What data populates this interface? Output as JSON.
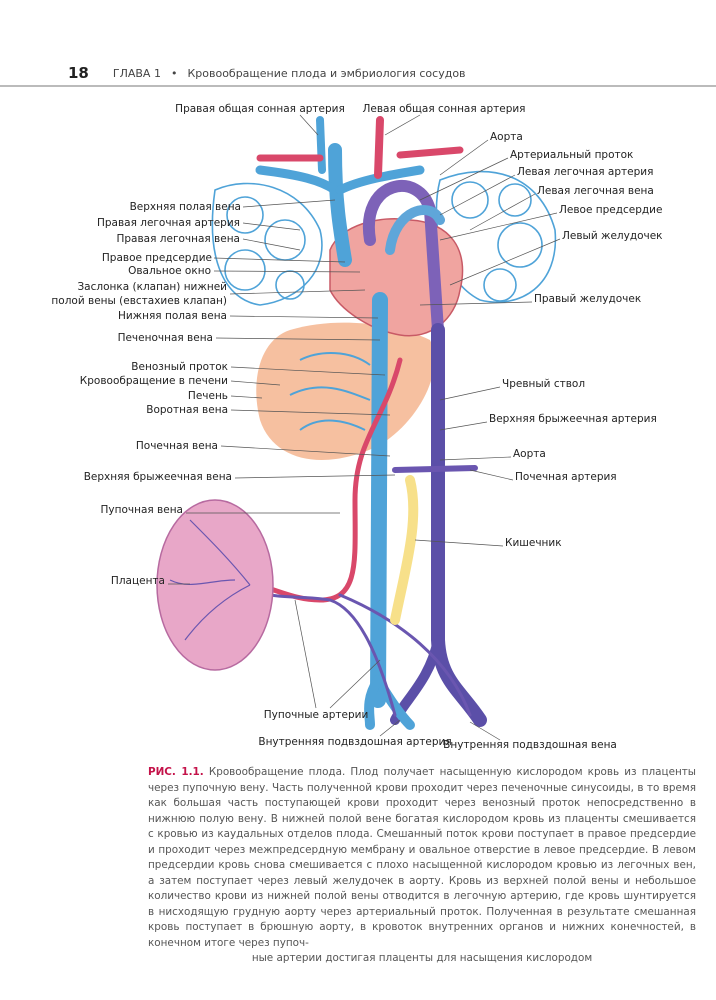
{
  "header": {
    "page_number": "18",
    "chapter": "ГЛАВА 1",
    "bullet": "•",
    "title": "Кровообращение плода и эмбриология сосудов"
  },
  "labels": {
    "r_carotid": "Правая общая сонная артерия",
    "l_carotid": "Левая общая сонная артерия",
    "aorta_top": "Аорта",
    "ductus_art": "Артериальный проток",
    "l_pulm_art": "Левая легочная артерия",
    "l_pulm_vein": "Левая легочная вена",
    "l_atrium": "Левое предсердие",
    "l_ventricle": "Левый желудочек",
    "svc": "Верхняя полая вена",
    "r_pulm_art": "Правая легочная артерия",
    "r_pulm_vein": "Правая легочная вена",
    "r_atrium": "Правое предсердие",
    "foramen_ovale": "Овальное окно",
    "valve1": "Заслонка (клапан) нижней",
    "valve2": "полой вены (евстахиев клапан)",
    "ivc": "Нижняя полая вена",
    "r_ventricle": "Правый желудочек",
    "hepatic_vein": "Печеночная вена",
    "ductus_venosus": "Венозный проток",
    "liver_circ": "Кровообращение в печени",
    "liver": "Печень",
    "portal_vein": "Воротная вена",
    "celiac": "Чревный ствол",
    "sma": "Верхняя брыжеечная артерия",
    "renal_vein": "Почечная вена",
    "aorta_low": "Аорта",
    "smv": "Верхняя брыжеечная вена",
    "renal_art": "Почечная артерия",
    "umb_vein": "Пупочная вена",
    "intestine": "Кишечник",
    "placenta": "Плацента",
    "umb_arteries": "Пупочные артерии",
    "int_iliac_art": "Внутренняя подвздошная артерия",
    "int_iliac_vein": "Внутренняя подвздошная вена"
  },
  "caption": {
    "figure": "РИС. 1.1.",
    "text": "Кровообращение плода. Плод получает насыщенную кислородом кровь из плаценты через пупочную вену. Часть полученной крови проходит через печеночные синусоиды, в то время как большая часть поступающей крови проходит через венозный проток непосредственно в нижнюю полую вену. В нижней полой вене богатая кислородом кровь из плаценты смешивается с кровью из каудальных отделов плода. Смешанный поток крови поступает в правое предсердие и проходит через межпредсердную мембрану и овальное отверстие в левое предсердие. В левом предсердии кровь снова смешивается с плохо насыщенной кислородом кровью из легочных вен, а затем поступает через левый желудочек в аорту. Кровь из верхней полой вены и небольшое количество крови из нижней полой вены отводится в легочную артерию, где кровь шунтируется в нисходящую грудную аорту через артериальный проток. Полученная в результате смешанная кровь поступает в брюшную аорту, в кровоток внутренних органов и нижних конечностей, в конечном итоге через пупоч-",
    "last_line": "ные артерии достигая плаценты для насыщения кислородом"
  },
  "colors": {
    "accent": "#c4134a",
    "vein": "#4fa3d8",
    "artery": "#d9486a",
    "deoxy_artery": "#5b4fa8",
    "liver": "#f4b58f",
    "placenta": "#e8a7c8",
    "intestine": "#f7e08a"
  }
}
